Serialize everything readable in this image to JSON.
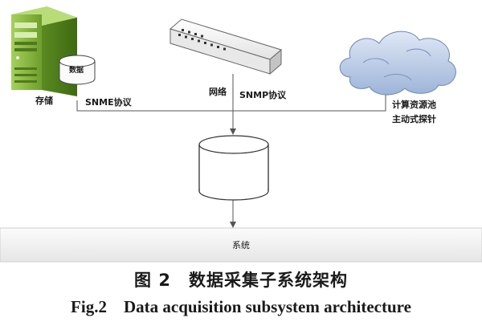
{
  "nodes": {
    "storage_server": {
      "label": "存储"
    },
    "storage_disk": {
      "label": "数据"
    },
    "network_switch": {
      "label": "网络"
    },
    "compute_cloud": {
      "label_line1": "计算资源池",
      "label_line2": "主动式探针"
    },
    "central_database": {
      "label": ""
    },
    "system_band": {
      "label": "系统"
    }
  },
  "edges": {
    "storage_link": {
      "label": "SNME协议"
    },
    "compute_link": {
      "label": "SNMP协议"
    }
  },
  "caption": {
    "zh": "图 2　数据采集子系统架构",
    "en": "Fig.2　Data acquisition subsystem architecture"
  },
  "colors": {
    "server_green": "#8cbf3f",
    "server_dark": "#4f7a1c",
    "cloud_blue": "#b9cbe6",
    "line": "#555555",
    "band": "#f2f2f2"
  }
}
